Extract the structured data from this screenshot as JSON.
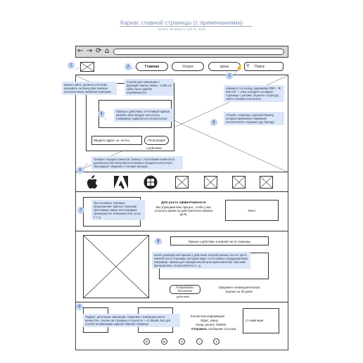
{
  "header": {
    "title": "Каркас главной страницы (с примечаниями)",
    "subtitle": "System Templates  |  April 11, 2023"
  },
  "browser": {
    "back_icon": "arrow-left-icon",
    "forward_icon": "arrow-right-icon",
    "reload_icon": "reload-icon",
    "home_icon": "home-icon"
  },
  "nav": {
    "home": "Главная",
    "services": "Услуги",
    "prices": "Цены",
    "search": "Поиск"
  },
  "hero": {
    "email_placeholder": "Введите адрес эл. почты",
    "register": "Регистрация",
    "free_trial": "к действию"
  },
  "perf": {
    "heading": "Для роста эффективности",
    "subheading": "Мы упрощаем ваш процесс, чтобы у вас осталось время на действительно важные дела.",
    "text_box": "Текст"
  },
  "cta": {
    "lower_cta": "Призыв к действию в нижней части страницы",
    "try_free": "Попробовать бесплатно",
    "try_free_sub": "действию",
    "purchase": "Оформите незамедлительную",
    "purchase_sub": "версию на 30 дней!"
  },
  "footer": {
    "contacts": "Контактная информация",
    "office": "Офис, улица",
    "city": "Город, регион, 000000",
    "send": "Отправить",
    "send_rest": " сообщение (ссылка)",
    "nav_box": "ст навигации"
  },
  "notes": [
    {
      "num": "1",
      "text": "Шапка сайта: должна отчетливо указывать на бренд при помощи логотипа и/или названия компании."
    },
    {
      "num": "2",
      "text": "Ссылки для навигации и функция поиска: важно, чтобы по сайту было удобно перемещаться."
    },
    {
      "num": "3",
      "text": "Нажмите эту кнопку, удерживая Shift + ⌘ или Ctrl — и вы попадете на каркас страницы с ценами. Оцените структуру сайта глазами посетителя."
    },
    {
      "num": "4",
      "text": "Призыв к действию: отчетливый призыв выбрать ваш продукт или услугу (например, подписаться на рассылку)."
    },
    {
      "num": "5",
      "text": "«Герой» страницы: крупный баннер, который привлекает внимание посетителей и отражает дух бренда."
    },
    {
      "num": "6",
      "text": "Галерея текущих клиентов: баннер с логотипами клиентов в доказательство популярности вашего продукта или услуги. Проецирует сведения о лучших выгодах."
    },
    {
      "num": "7",
      "text": "Три основных торговых предложения: краткое описание трех ваших самых неоспоримых преимуществ, возможностей, услуг и т. д."
    },
    {
      "num": "8",
      "text": "Более развернутый призыв к действию: второй призыв, на этот раз в нижней части страницы (который ведет гостя прямо к продукции вам). Например, призыв для определенной категории клиентов, описание функционала, отзыв клиента и т. д."
    },
    {
      "num": "9",
      "text": "Подвал: детальная навигация, сведения о компании или ее ценностях, ссылки на страницы в соцсетях — в общем, все для полной оптимизации задней главной страницы."
    }
  ],
  "clients": [
    "apple-logo-icon",
    "adobe-logo-icon",
    "windows-logo-icon",
    "placeholder-logo-icon",
    "placeholder-logo-icon",
    "placeholder-logo-icon",
    "placeholder-logo-icon"
  ],
  "social": [
    "email-icon",
    "linkedin-icon",
    "instagram-icon",
    "twitter-icon",
    "facebook-icon"
  ],
  "colors": {
    "note_bg": "#dbe6f8",
    "badge_bg": "#bcd0f2",
    "title": "#7d8fb3"
  }
}
